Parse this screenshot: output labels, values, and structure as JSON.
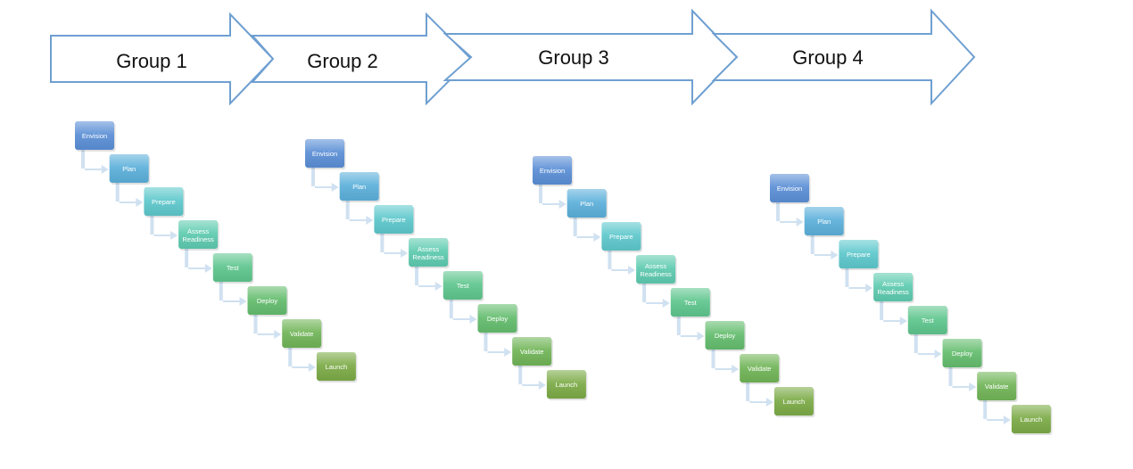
{
  "groups": [
    {
      "label": "Group 1"
    },
    {
      "label": "Group 2"
    },
    {
      "label": "Group 3"
    },
    {
      "label": "Group 4"
    }
  ],
  "steps": [
    {
      "label": "Envision",
      "color": "#5b8fd6"
    },
    {
      "label": "Plan",
      "color": "#5cb0db"
    },
    {
      "label": "Prepare",
      "color": "#5ec8cc"
    },
    {
      "label": "Assess Readiness",
      "color": "#5ecbb0"
    },
    {
      "label": "Test",
      "color": "#5fc68e"
    },
    {
      "label": "Deploy",
      "color": "#64bd6e"
    },
    {
      "label": "Validate",
      "color": "#71b558"
    },
    {
      "label": "Launch",
      "color": "#7cab47"
    }
  ],
  "colors": {
    "arrow_stroke": "#6f9fd1",
    "arrow_fill": "#ffffff",
    "connector": "#c8dcef"
  }
}
